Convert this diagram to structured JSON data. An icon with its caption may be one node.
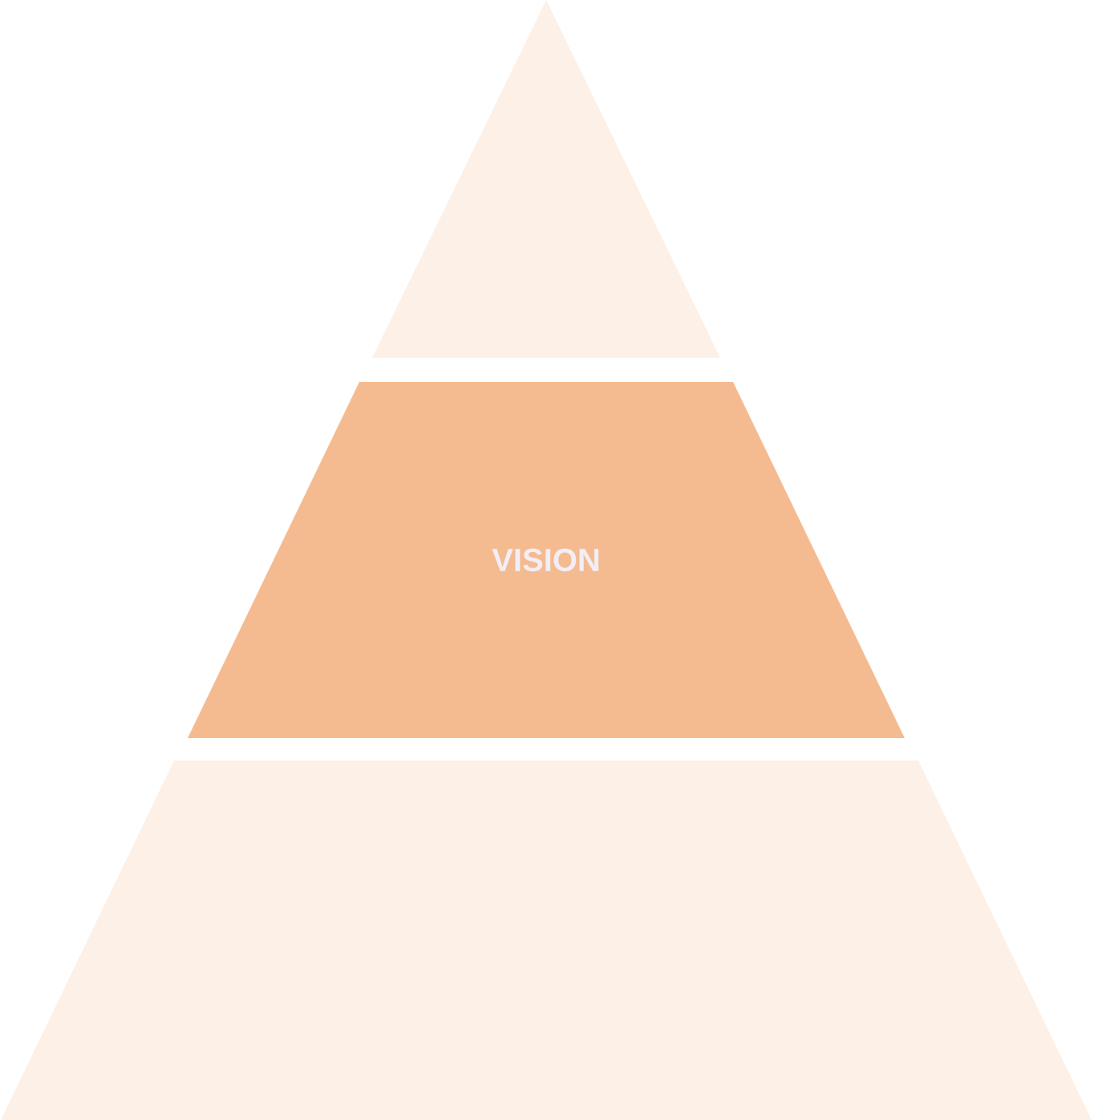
{
  "diagram": {
    "nodes": [
      {
        "text": [],
        "shape": "triangle"
      },
      {
        "text": [
          "VISION"
        ]
      },
      {
        "text": [],
        "shape": "trapezoid"
      }
    ]
  }
}
